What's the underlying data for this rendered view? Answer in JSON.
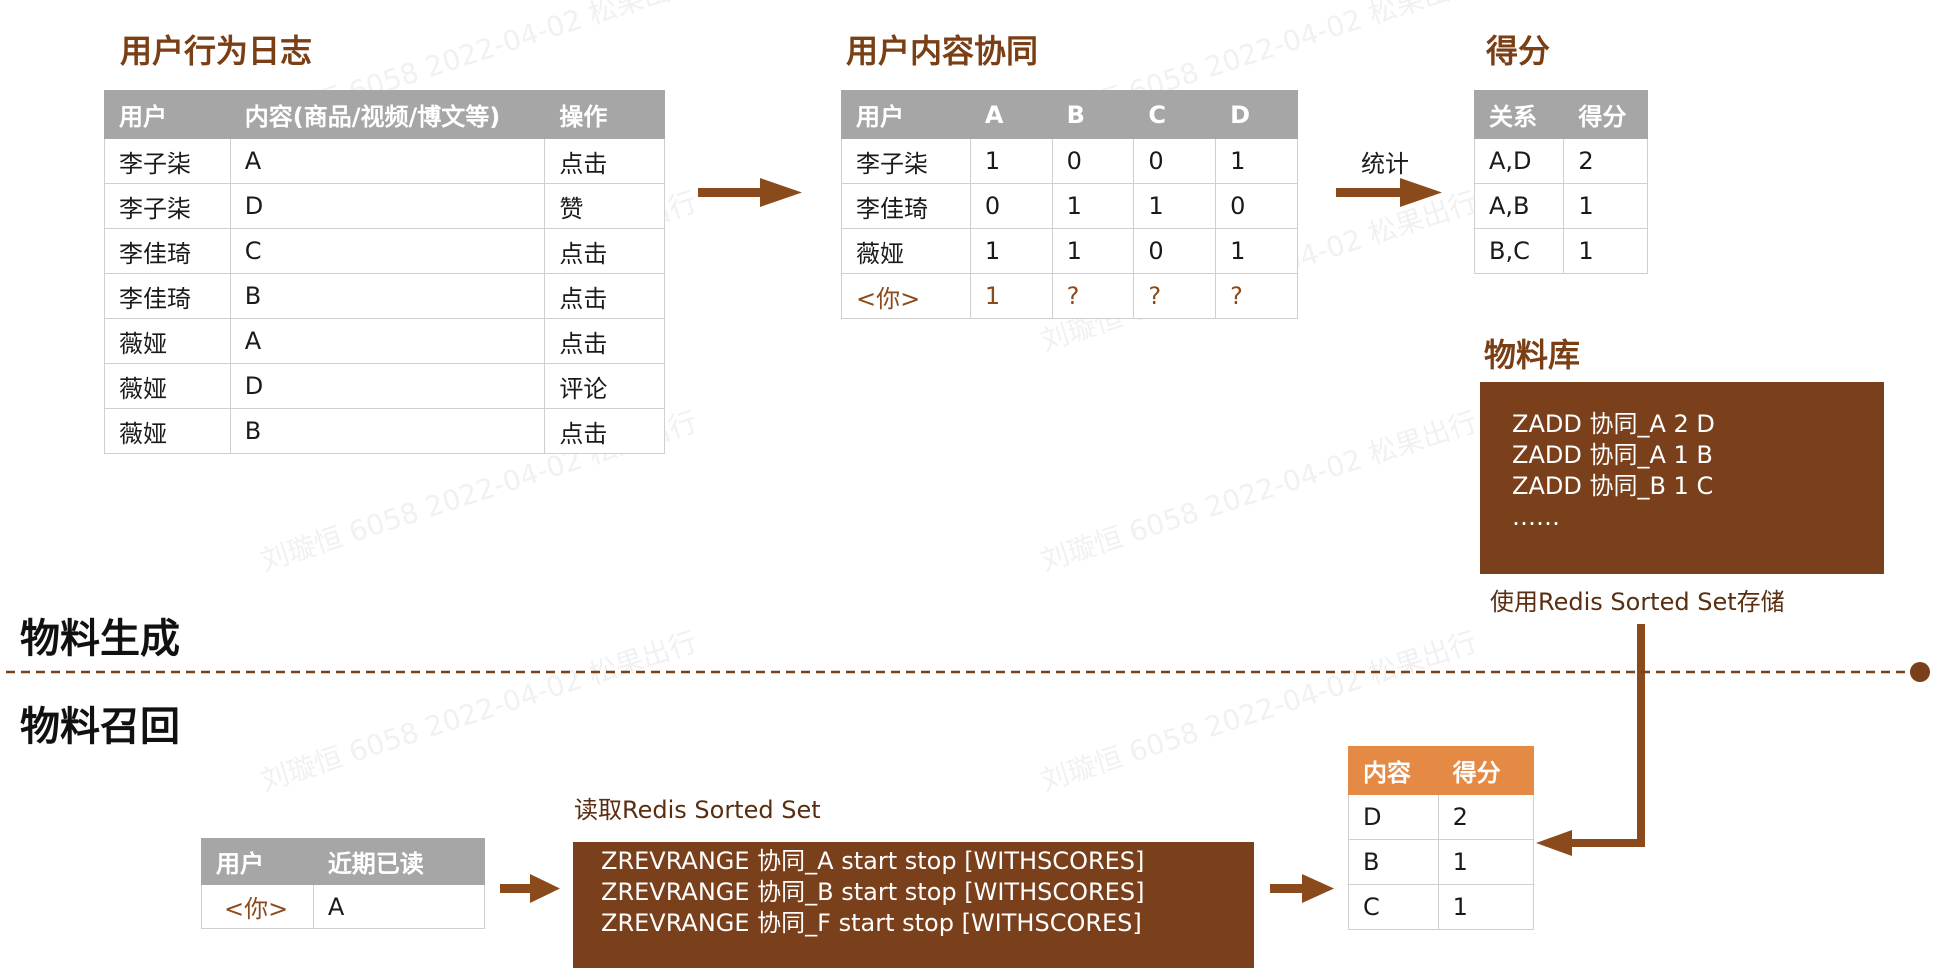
{
  "watermark_text": "刘璇恒 6058 2022-04-02 松果出行",
  "sections": {
    "top": "物料生成",
    "bottom": "物料召回"
  },
  "log": {
    "title": "用户行为日志",
    "headers": [
      "用户",
      "内容(商品/视频/博文等)",
      "操作"
    ],
    "rows": [
      [
        "李子柒",
        "A",
        "点击"
      ],
      [
        "李子柒",
        "D",
        "赞"
      ],
      [
        "李佳琦",
        "C",
        "点击"
      ],
      [
        "李佳琦",
        "B",
        "点击"
      ],
      [
        "薇娅",
        "A",
        "点击"
      ],
      [
        "薇娅",
        "D",
        "评论"
      ],
      [
        "薇娅",
        "B",
        "点击"
      ]
    ]
  },
  "matrix": {
    "title": "用户内容协同",
    "headers": [
      "用户",
      "A",
      "B",
      "C",
      "D"
    ],
    "rows": [
      [
        "李子柒",
        "1",
        "0",
        "0",
        "1"
      ],
      [
        "李佳琦",
        "0",
        "1",
        "1",
        "0"
      ],
      [
        "薇娅",
        "1",
        "1",
        "0",
        "1"
      ],
      [
        "<你>",
        "1",
        "?",
        "?",
        "?"
      ]
    ]
  },
  "stat_label": "统计",
  "scores": {
    "title": "得分",
    "headers": [
      "关系",
      "得分"
    ],
    "rows": [
      [
        "A,D",
        "2"
      ],
      [
        "A,B",
        "1"
      ],
      [
        "B,C",
        "1"
      ]
    ]
  },
  "library": {
    "title": "物料库",
    "lines": [
      "ZADD 协同_A 2 D",
      "ZADD 协同_A 1 B",
      "ZADD 协同_B 1 C",
      "……"
    ],
    "caption": "使用Redis Sorted Set存储"
  },
  "recent": {
    "headers": [
      "用户",
      "近期已读"
    ],
    "rows": [
      [
        "<你>",
        "A"
      ]
    ]
  },
  "read": {
    "caption": "读取Redis Sorted Set",
    "lines": [
      "ZREVRANGE 协同_A start stop [WITHSCORES]",
      "ZREVRANGE 协同_B start stop [WITHSCORES]",
      "ZREVRANGE 协同_F start stop [WITHSCORES]"
    ]
  },
  "result": {
    "headers": [
      "内容",
      "得分"
    ],
    "rows": [
      [
        "D",
        "2"
      ],
      [
        "B",
        "1"
      ],
      [
        "C",
        "1"
      ]
    ]
  },
  "colors": {
    "accent_brown": "#7a3f1b",
    "arrow_brown": "#8b4a1c",
    "header_gray": "#a6a6a6",
    "header_orange": "#e48a45"
  }
}
